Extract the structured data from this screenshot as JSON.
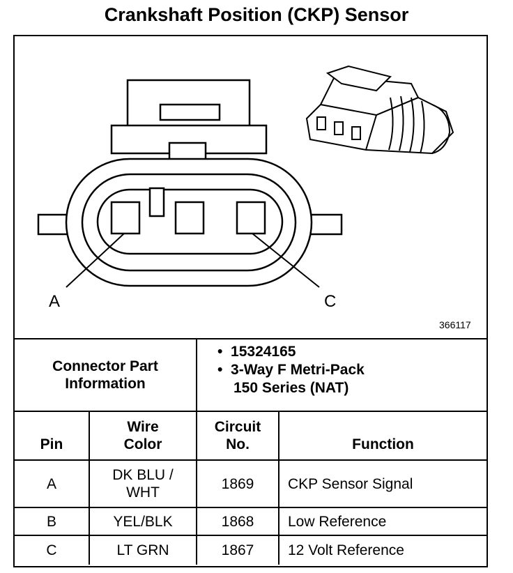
{
  "title": "Crankshaft Position (CKP) Sensor",
  "figure_number": "366117",
  "pin_labels": [
    "A",
    "C"
  ],
  "connector_info": {
    "label": "Connector Part Information",
    "items": [
      "15324165",
      "3-Way F Metri-Pack",
      "150 Series (NAT)"
    ]
  },
  "table": {
    "headers": {
      "pin": "Pin",
      "wire_color_1": "Wire",
      "wire_color_2": "Color",
      "circuit_1": "Circuit",
      "circuit_2": "No.",
      "function": "Function"
    },
    "rows": [
      {
        "pin": "A",
        "wire_color_1": "DK BLU /",
        "wire_color_2": "WHT",
        "circuit": "1869",
        "function": "CKP Sensor Signal"
      },
      {
        "pin": "B",
        "wire_color_1": "YEL/BLK",
        "circuit": "1868",
        "function": "Low Reference"
      },
      {
        "pin": "C",
        "wire_color_1": "LT GRN",
        "circuit": "1867",
        "function": "12 Volt Reference"
      }
    ]
  }
}
